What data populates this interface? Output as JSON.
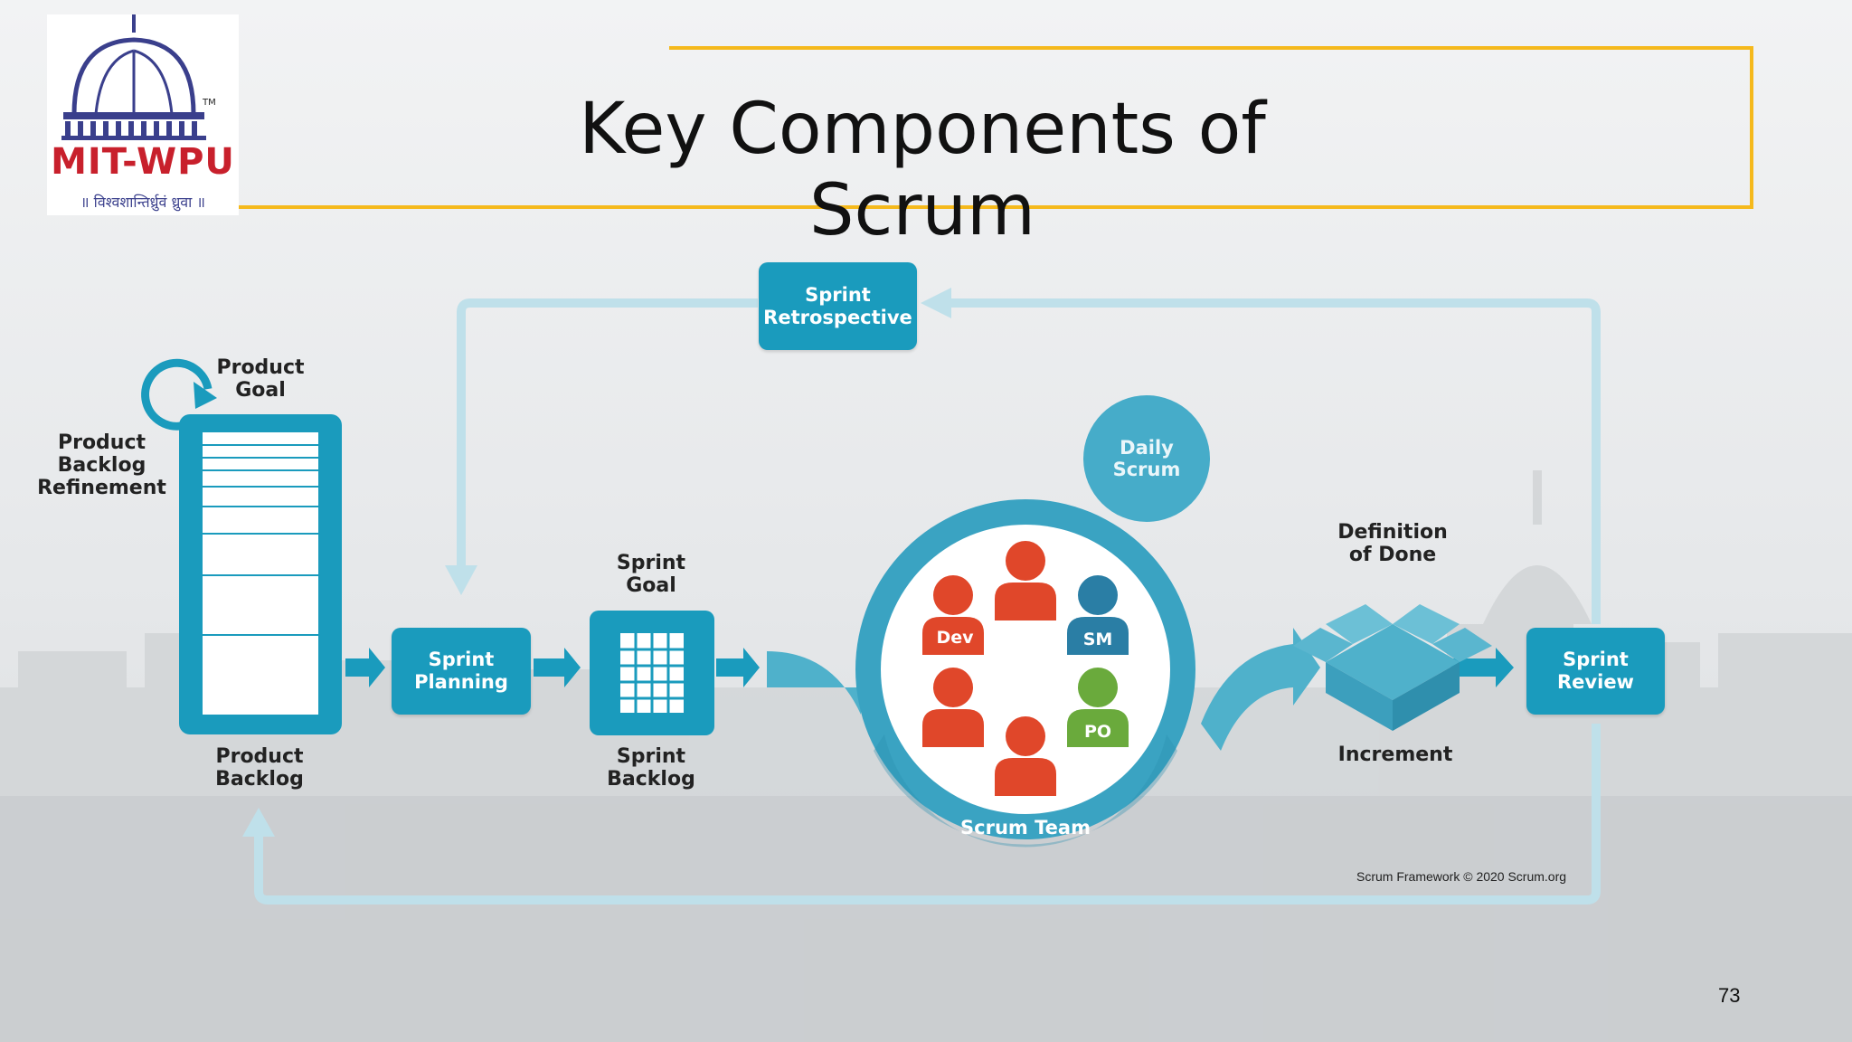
{
  "slide": {
    "title": "Key Components of Scrum",
    "page_number": "73"
  },
  "logo": {
    "name": "MIT-WPU",
    "tagline": "॥ विश्वशान्तिर्ध्रुवं ध्रुवा ॥",
    "tm": "TM"
  },
  "diagram": {
    "product_goal": "Product\nGoal",
    "backlog_refinement": "Product\nBacklog\nRefinement",
    "product_backlog": "Product\nBacklog",
    "sprint_planning": "Sprint\nPlanning",
    "sprint_goal": "Sprint\nGoal",
    "sprint_backlog": "Sprint\nBacklog",
    "sprint_retrospective": "Sprint\nRetrospective",
    "daily_scrum": "Daily\nScrum",
    "scrum_team": "Scrum Team",
    "roles": {
      "dev": "Dev",
      "sm": "SM",
      "po": "PO"
    },
    "definition_of_done": "Definition\nof Done",
    "increment": "Increment",
    "sprint_review": "Sprint\nReview",
    "copyright": "Scrum Framework © 2020 Scrum.org"
  },
  "colors": {
    "accent_yellow": "#f5b91c",
    "scrum_blue": "#1a9bbd",
    "light_blue": "#46acc9",
    "dev_orange": "#e0472a",
    "sm_blue": "#2a7ea5",
    "po_green": "#6aaa3c",
    "logo_red": "#c8202c"
  }
}
